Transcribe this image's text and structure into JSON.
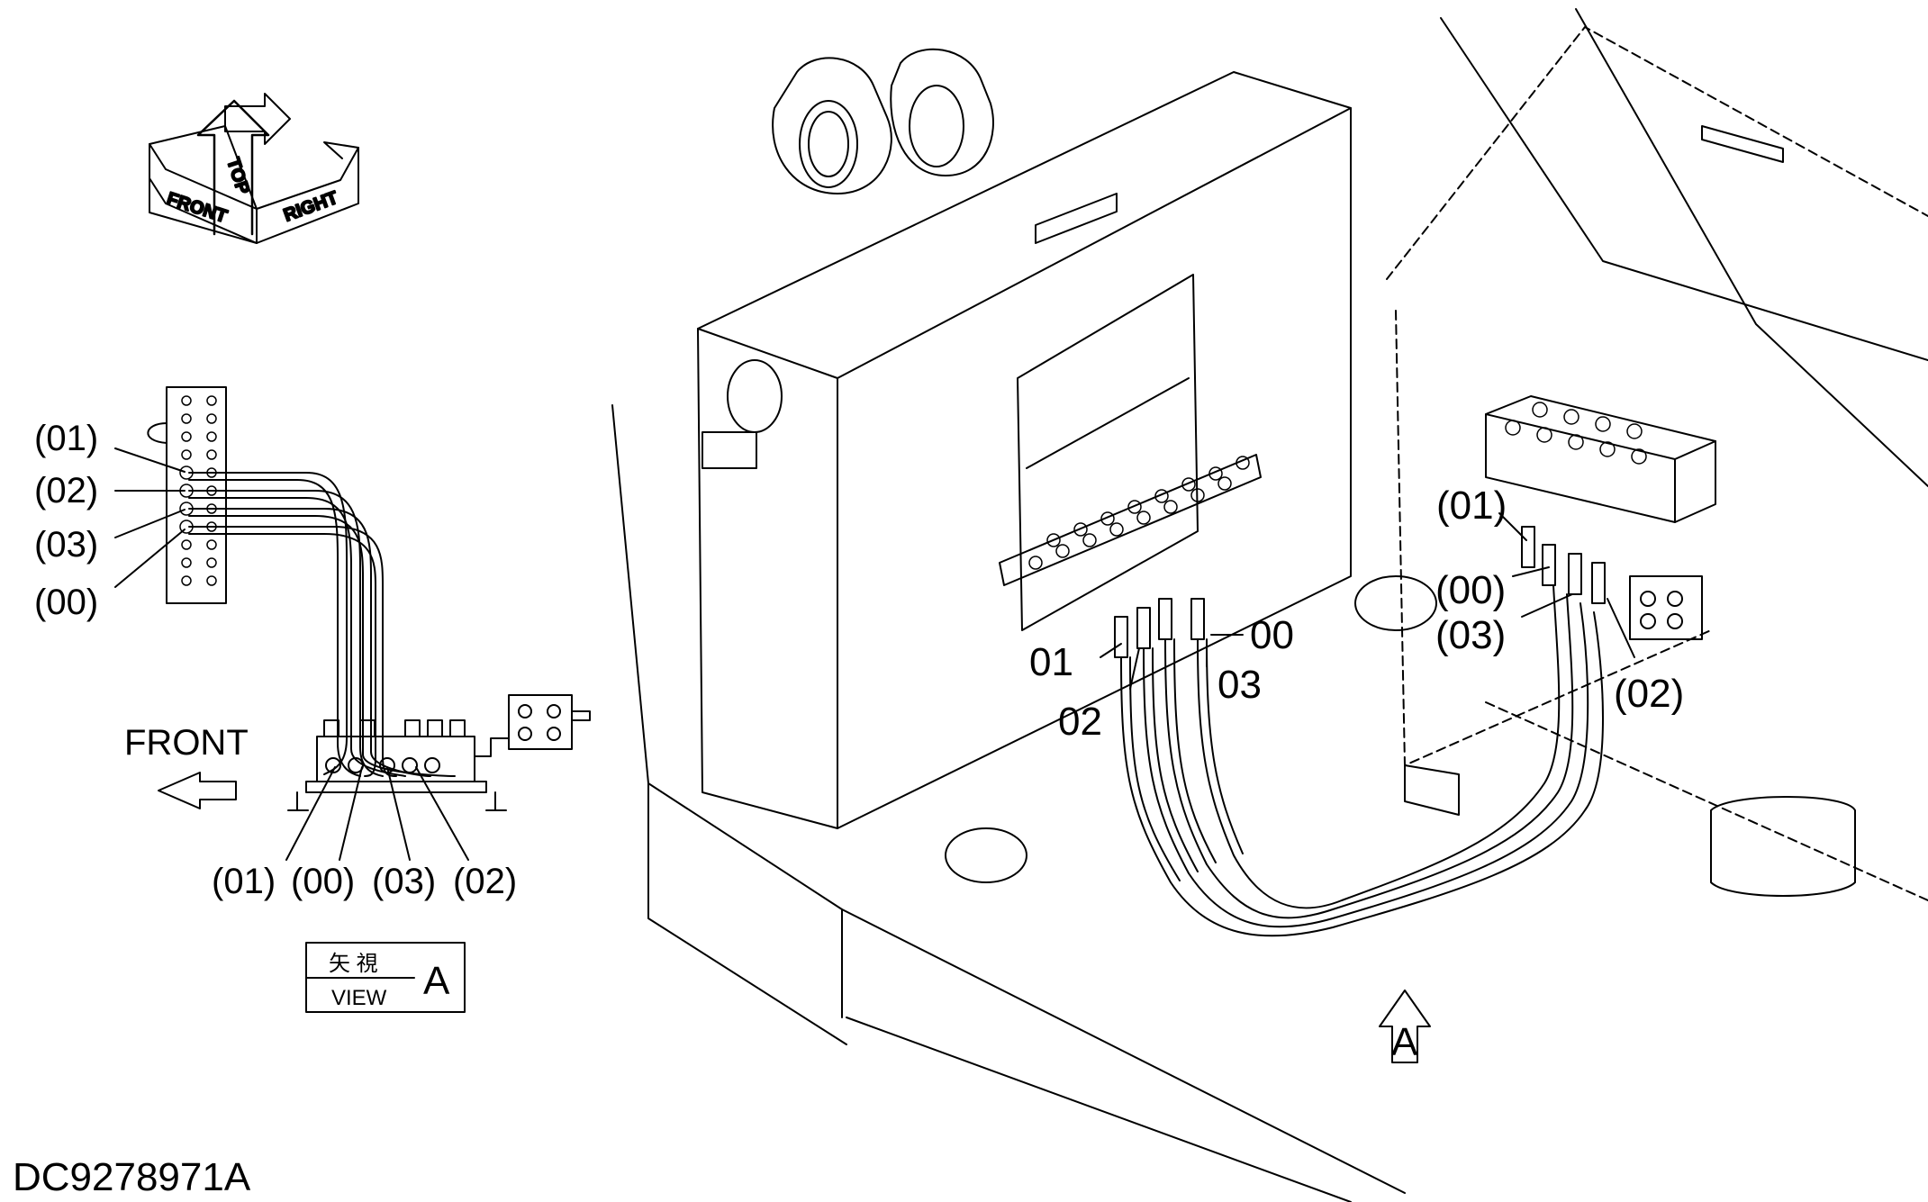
{
  "drawing_id": "DC9278971A",
  "orientation": {
    "top": "TOP",
    "front": "FRONT",
    "right": "RIGHT"
  },
  "view_a": {
    "callouts_left": [
      "(01)",
      "(02)",
      "(03)",
      "(00)"
    ],
    "callouts_bottom": [
      "(01)",
      "(00)",
      "(03)",
      "(02)"
    ],
    "front_label": "FRONT",
    "view_box_jp": "矢 視",
    "view_box_en": "VIEW",
    "view_box_letter": "A"
  },
  "main_view": {
    "left_block_labels": [
      "01",
      "02",
      "03",
      "00"
    ],
    "right_block_labels": [
      "(01)",
      "(00)",
      "(03)",
      "(02)"
    ],
    "view_arrow_letter": "A"
  },
  "colors": {
    "line": "#000000",
    "background": "#ffffff"
  }
}
